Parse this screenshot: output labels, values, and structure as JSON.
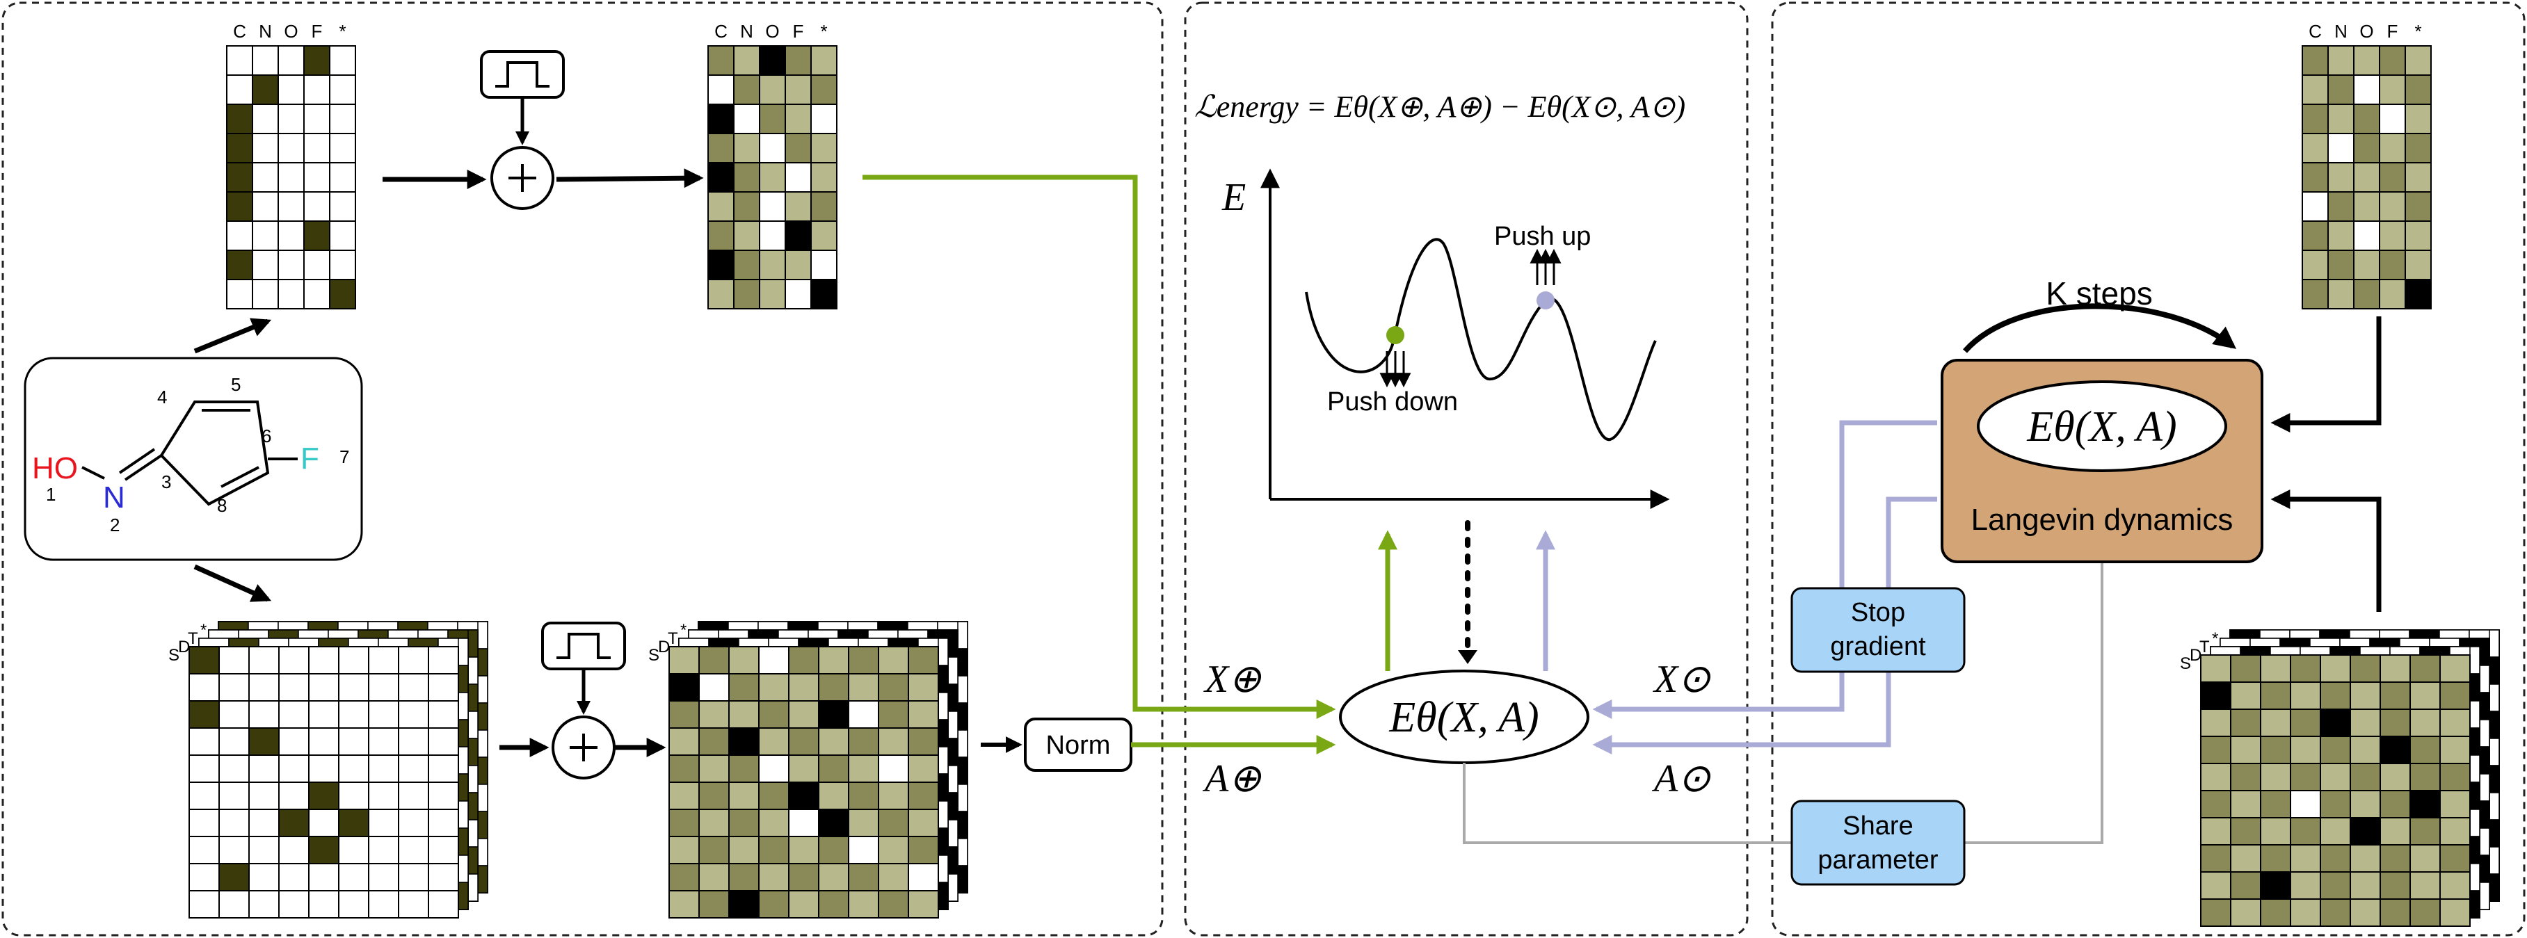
{
  "colors": {
    "olive_dark": "#3b3a0a",
    "olive_mid": "#8a8a58",
    "olive_light": "#b7b88c",
    "olive_pale": "#d8d8b4",
    "green": "#7aa814",
    "lavender": "#a9abd6",
    "blue_box": "#a8d4f7",
    "tan": "#d2a476",
    "gray": "#aaaaaa"
  },
  "atom_columns": [
    "C",
    "N",
    "O",
    "F",
    "*"
  ],
  "bond_labels": [
    "S",
    "D",
    "T",
    "*"
  ],
  "molecule": {
    "atoms": [
      {
        "text": "HO",
        "color": "#e8141e"
      },
      {
        "text": "N",
        "color": "#2b2bd6"
      },
      {
        "text": "F",
        "color": "#38c8c8"
      }
    ],
    "indices": [
      "1",
      "2",
      "3",
      "4",
      "5",
      "6",
      "7",
      "8"
    ]
  },
  "norm_label": "Norm",
  "loss_formula": "ℒenergy = Eθ(X⊕, A⊕) − Eθ(X⊙, A⊙)",
  "energy_plot": {
    "axis_label": "E",
    "push_down": "Push down",
    "push_up": "Push up"
  },
  "center_node": "Eθ(X, A)",
  "x_plus": "X⊕",
  "a_plus": "A⊕",
  "x_dot": "X⊙",
  "a_dot": "A⊙",
  "stop_gradient": [
    "Stop",
    "gradient"
  ],
  "share_parameter": [
    "Share",
    "parameter"
  ],
  "k_steps": "K steps",
  "langevin": {
    "node": "Eθ(X, A)",
    "label": "Langevin dynamics"
  },
  "grids": {
    "x_onehot": [
      [
        0,
        0,
        0,
        1,
        0
      ],
      [
        0,
        1,
        0,
        0,
        0
      ],
      [
        1,
        0,
        0,
        0,
        0
      ],
      [
        1,
        0,
        0,
        0,
        0
      ],
      [
        1,
        0,
        0,
        0,
        0
      ],
      [
        1,
        0,
        0,
        0,
        0
      ],
      [
        0,
        0,
        0,
        1,
        0
      ],
      [
        1,
        0,
        0,
        0,
        0
      ],
      [
        0,
        0,
        0,
        0,
        1
      ]
    ],
    "x_noisy": [
      [
        2,
        1,
        3,
        2,
        1
      ],
      [
        0,
        2,
        1,
        1,
        2
      ],
      [
        3,
        0,
        2,
        1,
        0
      ],
      [
        2,
        1,
        0,
        2,
        1
      ],
      [
        3,
        2,
        1,
        0,
        1
      ],
      [
        1,
        2,
        0,
        1,
        2
      ],
      [
        2,
        1,
        0,
        3,
        1
      ],
      [
        3,
        2,
        1,
        1,
        0
      ],
      [
        1,
        2,
        1,
        0,
        3
      ]
    ],
    "x_langevin": [
      [
        2,
        1,
        1,
        2,
        1
      ],
      [
        1,
        2,
        0,
        1,
        2
      ],
      [
        2,
        1,
        2,
        0,
        1
      ],
      [
        1,
        0,
        2,
        1,
        2
      ],
      [
        2,
        1,
        1,
        2,
        1
      ],
      [
        0,
        2,
        1,
        1,
        2
      ],
      [
        2,
        1,
        0,
        1,
        1
      ],
      [
        1,
        2,
        1,
        2,
        1
      ],
      [
        2,
        1,
        2,
        1,
        3
      ]
    ],
    "a_onehot": [
      [
        1,
        0,
        0,
        0,
        0,
        0,
        0,
        0,
        0
      ],
      [
        0,
        0,
        0,
        0,
        0,
        0,
        0,
        0,
        0
      ],
      [
        1,
        0,
        0,
        0,
        0,
        0,
        0,
        0,
        0
      ],
      [
        0,
        0,
        1,
        0,
        0,
        0,
        0,
        0,
        0
      ],
      [
        0,
        0,
        0,
        0,
        0,
        0,
        0,
        0,
        0
      ],
      [
        0,
        0,
        0,
        0,
        1,
        0,
        0,
        0,
        0
      ],
      [
        0,
        0,
        0,
        1,
        0,
        1,
        0,
        0,
        0
      ],
      [
        0,
        0,
        0,
        0,
        1,
        0,
        0,
        0,
        0
      ],
      [
        0,
        1,
        0,
        0,
        0,
        0,
        0,
        0,
        0
      ],
      [
        0,
        0,
        0,
        0,
        0,
        0,
        0,
        0,
        0
      ]
    ],
    "a_noisy": [
      [
        1,
        2,
        1,
        0,
        2,
        1,
        2,
        1,
        2
      ],
      [
        3,
        0,
        2,
        1,
        1,
        2,
        1,
        2,
        1
      ],
      [
        2,
        1,
        1,
        2,
        1,
        3,
        0,
        2,
        1
      ],
      [
        1,
        2,
        3,
        1,
        2,
        1,
        2,
        1,
        2
      ],
      [
        2,
        1,
        2,
        0,
        1,
        2,
        1,
        0,
        1
      ],
      [
        1,
        2,
        1,
        2,
        3,
        1,
        2,
        1,
        2
      ],
      [
        2,
        1,
        2,
        1,
        0,
        3,
        1,
        2,
        1
      ],
      [
        1,
        2,
        1,
        2,
        1,
        2,
        0,
        1,
        2
      ],
      [
        2,
        1,
        2,
        1,
        2,
        1,
        2,
        1,
        0
      ],
      [
        1,
        2,
        3,
        2,
        1,
        2,
        1,
        2,
        1
      ]
    ],
    "a_langevin": [
      [
        1,
        2,
        1,
        2,
        1,
        2,
        1,
        2,
        1
      ],
      [
        3,
        1,
        2,
        1,
        2,
        1,
        2,
        1,
        2
      ],
      [
        1,
        2,
        1,
        2,
        3,
        1,
        2,
        1,
        1
      ],
      [
        2,
        1,
        2,
        1,
        2,
        1,
        3,
        2,
        1
      ],
      [
        1,
        2,
        1,
        2,
        1,
        2,
        1,
        2,
        2
      ],
      [
        2,
        1,
        2,
        0,
        2,
        1,
        2,
        3,
        1
      ],
      [
        1,
        2,
        1,
        2,
        1,
        3,
        1,
        2,
        1
      ],
      [
        2,
        1,
        2,
        1,
        2,
        1,
        2,
        1,
        2
      ],
      [
        1,
        2,
        3,
        1,
        2,
        1,
        2,
        1,
        1
      ],
      [
        2,
        1,
        2,
        1,
        2,
        1,
        2,
        2,
        1
      ]
    ]
  }
}
